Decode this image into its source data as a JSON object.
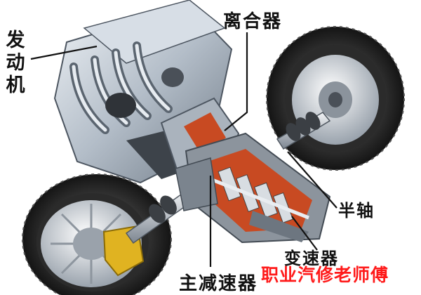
{
  "labels": {
    "engine": "发动机",
    "clutch": "离合器",
    "half_shaft": "半轴",
    "gearbox": "变速器",
    "final_drive": "主减速器"
  },
  "watermark": "职业汽修老师傅",
  "colors": {
    "label_text": "#111111",
    "leader_line": "#111111",
    "watermark": "#ff1a1a",
    "tire": "#262626",
    "rim": "#d9dee4",
    "engine_metal": "#b9c3ce",
    "brake_caliper": "#e0b321",
    "cutaway_interior": "#c84a22"
  }
}
